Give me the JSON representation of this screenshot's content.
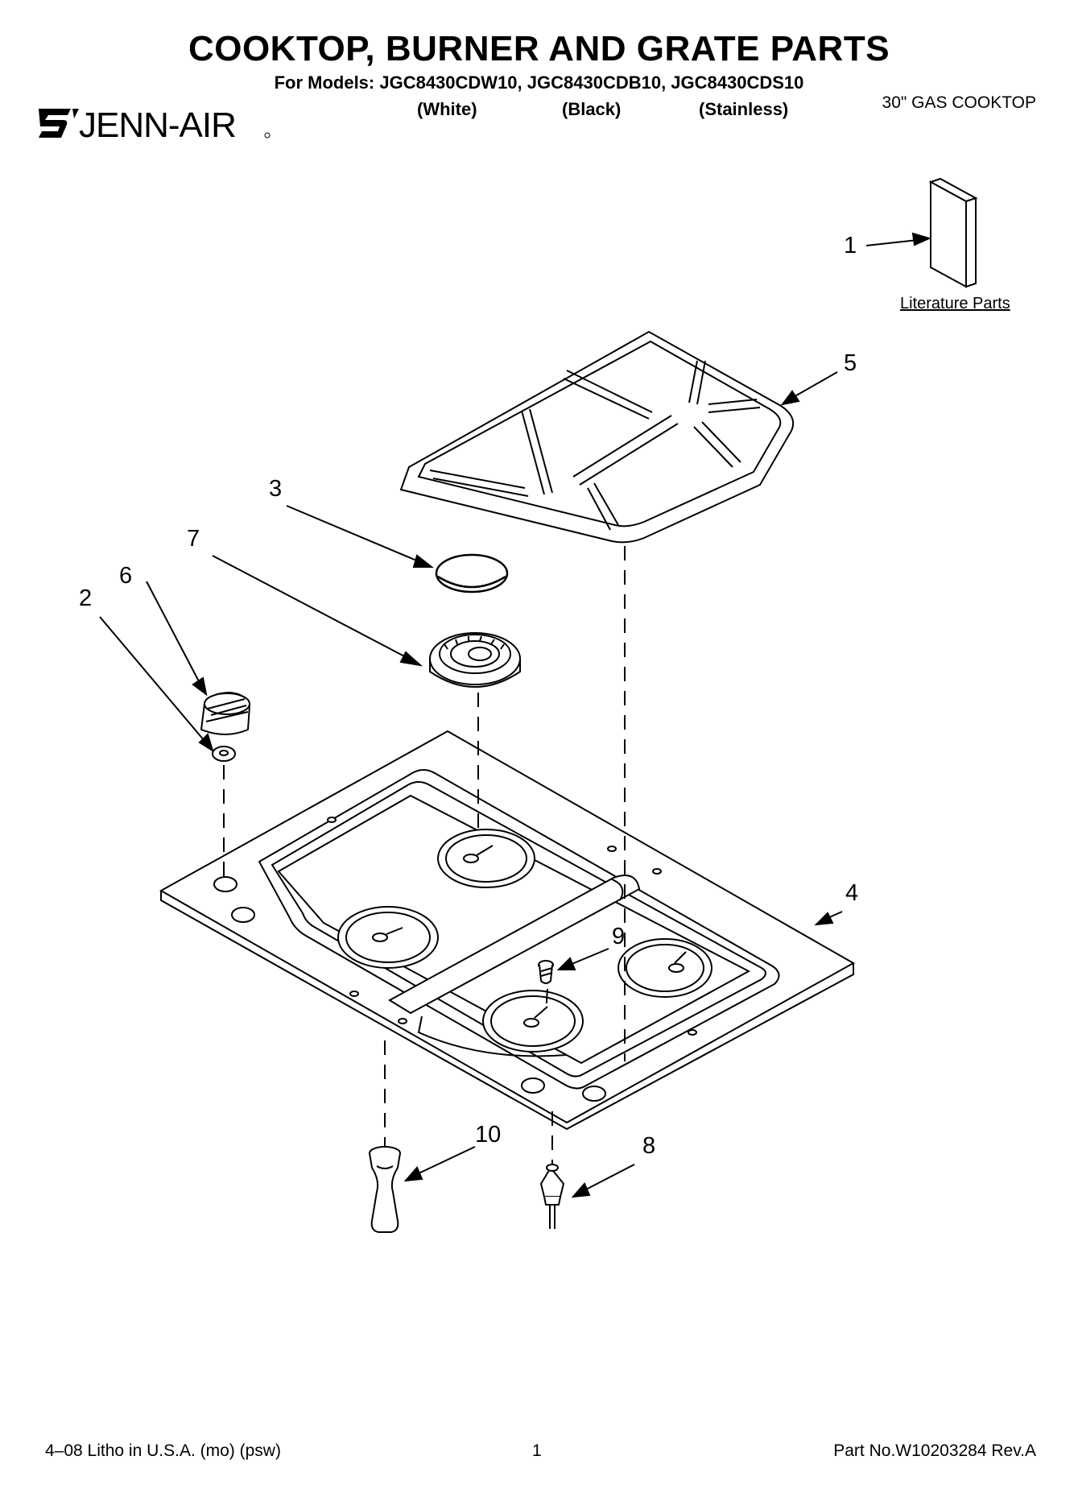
{
  "header": {
    "title": "COOKTOP, BURNER AND GRATE PARTS",
    "models": "For Models: JGC8430CDW10, JGC8430CDB10, JGC8430CDS10",
    "variants": [
      "(White)",
      "(Black)",
      "(Stainless)"
    ],
    "product_type": "30\" GAS COOKTOP",
    "brand": "JENN-AIR"
  },
  "literature_caption": "Literature Parts",
  "callouts": [
    "1",
    "2",
    "3",
    "4",
    "5",
    "6",
    "7",
    "8",
    "9",
    "10"
  ],
  "footer": {
    "litho": "4–08 Litho in U.S.A. (mo) (psw)",
    "page": "1",
    "part_no": "Part No.W10203284 Rev.A"
  }
}
